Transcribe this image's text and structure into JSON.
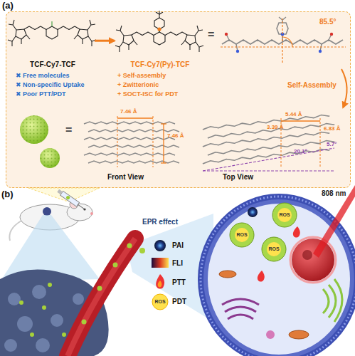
{
  "diagram": {
    "nodes": [
      {
        "text": [
          "(a)"
        ]
      },
      {
        "text": [
          "TCF-Cy7-TCF"
        ],
        "in": 0
      },
      {
        "text": [
          "TCF-Cy7(Py)-TCF"
        ],
        "in": 0
      },
      {
        "text": [
          "85.5°"
        ],
        "in": 0
      },
      {
        "text": [
          "7.46 Å",
          "7.46 Å",
          "Front View"
        ],
        "in": 0
      },
      {
        "text": [
          "5.44 Å",
          "3.39 Å",
          "6.83 Å",
          "20.1°",
          "5.7°",
          "Top View"
        ],
        "in": 0
      }
    ],
    "edges": [
      {
        "from": 1,
        "to": 2,
        "arrow": "to"
      },
      {
        "from": 3,
        "to": 5,
        "label": "Self-Assembly",
        "arrow": "to"
      }
    ],
    "labels": [
      "=",
      "✖ Free molecules",
      "✖ Non-specific Uptake",
      "✖ Poor PTT/PDT",
      "+ Self-assembly",
      "+ Zwitterionic",
      "+ SOCT-ISC for PDT",
      "=",
      "(b)",
      "EPR effect",
      "808 nm",
      "ROS",
      "ROS",
      "ROS",
      "ROS"
    ],
    "legend": [
      {
        "text": "PAI"
      },
      {
        "text": "FLI"
      },
      {
        "text": "PTT"
      },
      {
        "text": "PDT"
      }
    ]
  }
}
